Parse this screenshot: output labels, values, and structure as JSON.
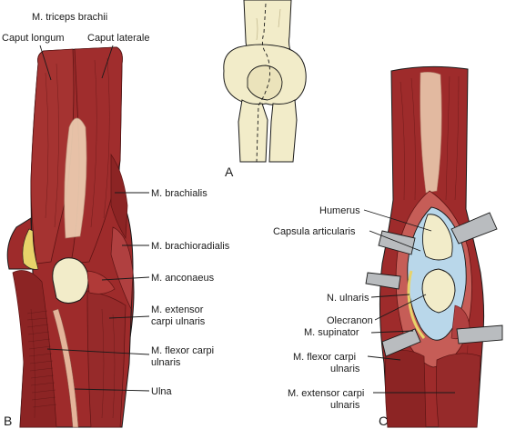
{
  "colors": {
    "muscle": "#9e2b2b",
    "muscle_dark": "#6e1717",
    "muscle_light": "#c65d57",
    "tendon": "#efd2b5",
    "bone": "#f2ecc9",
    "bone_shade": "#d8d0a0",
    "capsule": "#b9d7ea",
    "retractor": "#b9bcbf",
    "fat": "#e8d36a",
    "ink": "#1a1a1a"
  },
  "panels": {
    "a": "A",
    "b": "B",
    "c": "C"
  },
  "labels_b": {
    "triceps": "M. triceps brachii",
    "caput_longum": "Caput longum",
    "caput_laterale": "Caput laterale",
    "brachialis": "M. brachialis",
    "brachioradialis": "M. brachioradialis",
    "anconaeus": "M. anconaeus",
    "ext_carpi_1": "M. extensor",
    "ext_carpi_2": "carpi ulnaris",
    "flex_carpi_1": "M. flexor carpi",
    "flex_carpi_2": "ulnaris",
    "ulna": "Ulna"
  },
  "labels_c": {
    "humerus": "Humerus",
    "capsula": "Capsula articularis",
    "n_ulnaris": "N. ulnaris",
    "olecranon": "Olecranon",
    "supinator": "M. supinator",
    "flex_carpi_1": "M. flexor carpi",
    "flex_carpi_2": "ulnaris",
    "ext_carpi_1": "M. extensor carpi",
    "ext_carpi_2": "ulnaris"
  }
}
